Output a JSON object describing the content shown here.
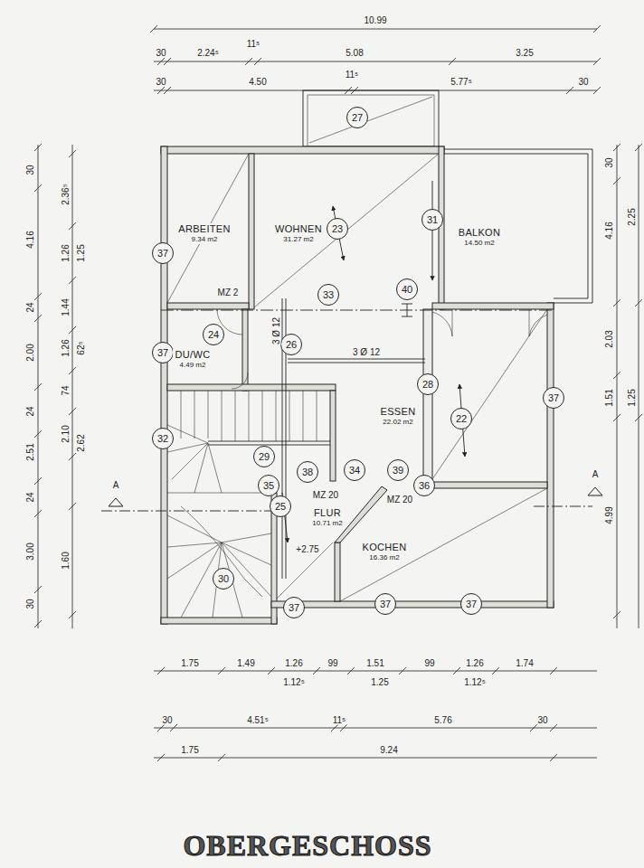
{
  "diagram": {
    "title": "OBERGESCHOSS",
    "nodes": [
      {
        "text": [
          "27"
        ]
      },
      {
        "text": [
          "ARBEITEN",
          "9.34 m2"
        ]
      },
      {
        "text": [
          "WOHNEN",
          "31.27 m2"
        ]
      },
      {
        "text": [
          "23"
        ]
      },
      {
        "text": [
          "31"
        ]
      },
      {
        "text": [
          "BALKON",
          "14.50 m2"
        ]
      },
      {
        "text": [
          "37"
        ]
      },
      {
        "text": [
          "33"
        ]
      },
      {
        "text": [
          "40"
        ]
      },
      {
        "text": [
          "24"
        ]
      },
      {
        "text": [
          "26"
        ]
      },
      {
        "text": [
          "37"
        ]
      },
      {
        "text": [
          "DU/WC",
          "4.49 m2"
        ]
      },
      {
        "text": [
          "28"
        ]
      },
      {
        "text": [
          "37"
        ]
      },
      {
        "text": [
          "ESSEN",
          "22.02 m2"
        ]
      },
      {
        "text": [
          "22"
        ]
      },
      {
        "text": [
          "32"
        ]
      },
      {
        "text": [
          "29"
        ]
      },
      {
        "text": [
          "38"
        ]
      },
      {
        "text": [
          "34"
        ]
      },
      {
        "text": [
          "39"
        ]
      },
      {
        "text": [
          "35"
        ]
      },
      {
        "text": [
          "36"
        ]
      },
      {
        "text": [
          "25"
        ]
      },
      {
        "text": [
          "FLUR",
          "10.71 m2"
        ]
      },
      {
        "text": [
          "KOCHEN",
          "16.36 m2"
        ]
      },
      {
        "text": [
          "30"
        ]
      },
      {
        "text": [
          "37"
        ]
      },
      {
        "text": [
          "37"
        ]
      },
      {
        "text": [
          "37"
        ]
      }
    ],
    "labels": [
      "10.99",
      "30",
      "2.24⁵",
      "11⁵",
      "5.08",
      "3.25",
      "30",
      "4.50",
      "11⁵",
      "5.77⁵",
      "30",
      "30",
      "4.16",
      "24",
      "2.00",
      "24",
      "2.51",
      "24",
      "3.00",
      "30",
      "2.36⁵",
      "1.26",
      "1.44",
      "1.26",
      "74",
      "2.10",
      "1.60",
      "1.25",
      "62⁵",
      "2.62",
      "30",
      "4.16",
      "2.03",
      "1.51",
      "4.99",
      "2.25",
      "1.25",
      "1.75",
      "1.49",
      "1.26",
      "99",
      "1.51",
      "99",
      "1.26",
      "1.74",
      "1.12⁵",
      "1.25",
      "1.12⁵",
      "30",
      "4.51⁵",
      "11⁵",
      "5.76",
      "30",
      "1.75",
      "9.24",
      "MZ 2",
      "3 Ø 12",
      "3 Ø 12",
      "MZ 20",
      "MZ 20",
      "+2.75",
      "A",
      "A"
    ]
  }
}
